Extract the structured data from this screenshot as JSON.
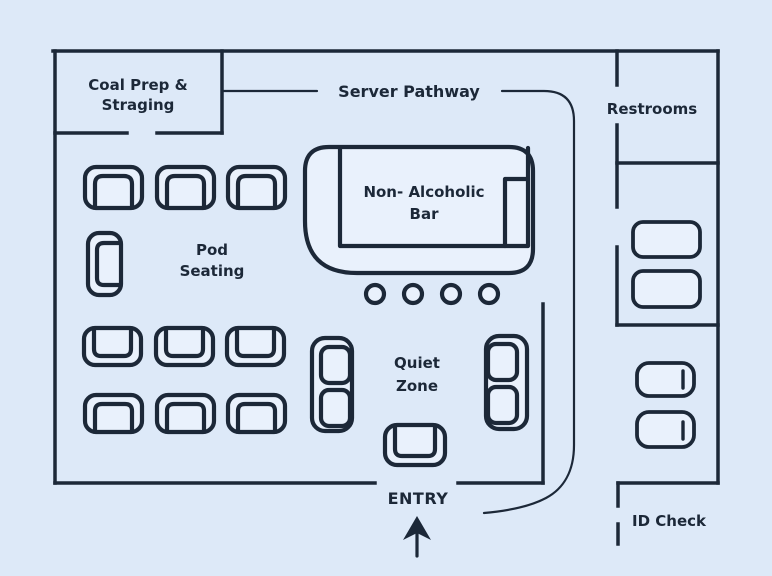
{
  "diagram": {
    "type": "floor-plan",
    "areas": {
      "coal_prep": {
        "label_line1": "Coal Prep &",
        "label_line2": "Straging"
      },
      "server_pathway": {
        "label": "Server Pathway"
      },
      "restrooms": {
        "label": "Restrooms",
        "stall_count": 2,
        "sink_count": 2
      },
      "non_alcoholic_bar": {
        "label_line1": "Non- Alcoholic",
        "label_line2": "Bar",
        "stool_count": 4
      },
      "pod_seating": {
        "label_line1": "Pod",
        "label_line2": "Seating",
        "sofa_count": 10
      },
      "quiet_zone": {
        "label_line1": "Quiet",
        "label_line2": "Zone",
        "sofa_count": 3
      },
      "entry": {
        "label": "ENTRY"
      },
      "id_check": {
        "label": "ID Check"
      }
    },
    "colors": {
      "background": "#dde9f8",
      "line": "#1c2838",
      "furniture_fill": "#e9f1fc"
    }
  }
}
